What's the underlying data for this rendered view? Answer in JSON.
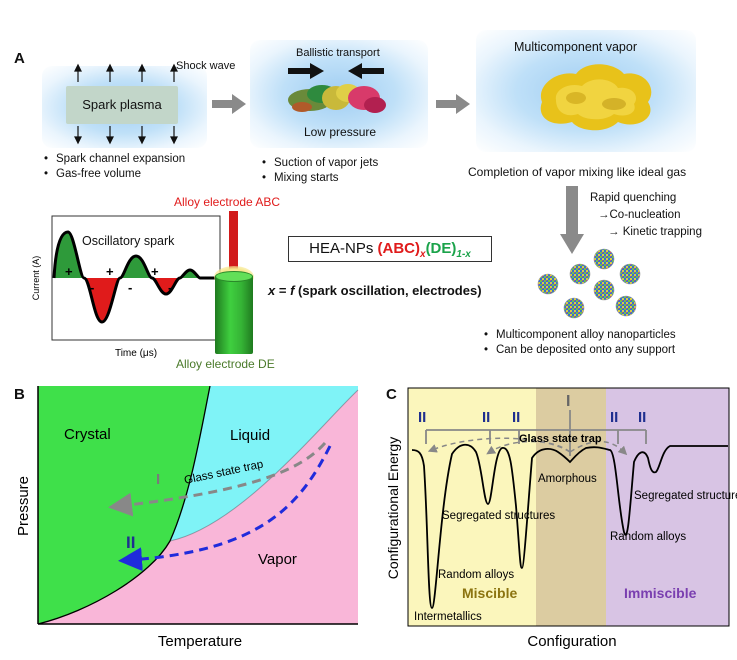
{
  "panelA": {
    "letter": "A",
    "spark_plasma": "Spark plasma",
    "shock_wave": "Shock wave",
    "stage1_bullets": [
      "Spark channel expansion",
      "Gas-free volume"
    ],
    "ballistic_transport": "Ballistic transport",
    "low_pressure": "Low pressure",
    "stage2_bullets": [
      "Suction of vapor jets",
      "Mixing starts"
    ],
    "multicomponent_vapor": "Multicomponent vapor",
    "completion_text": "Completion of vapor mixing like ideal gas",
    "quench_lines": [
      "Rapid quenching",
      "→Co-nucleation",
      "→ Kinetic trapping"
    ],
    "nanoparticle_bullets": [
      "Multicomponent alloy nanoparticles",
      "Can be deposited onto any support"
    ],
    "alloy_abc": "Alloy electrode ABC",
    "alloy_de": "Alloy electrode DE",
    "oscillatory_spark": "Oscillatory spark",
    "current_axis": "Current (A)",
    "time_axis": "Time (μs)",
    "hea_prefix": "HEA-NPs ",
    "hea_abc": "(ABC)",
    "hea_x": "x",
    "hea_de": "(DE)",
    "hea_1x": "1-x",
    "formula_x": "x",
    "formula_eq": " = ",
    "formula_f": "f",
    "formula_rest": " (spark oscillation, electrodes)",
    "plus_sign": "+",
    "minus_sign": "-"
  },
  "panelB": {
    "letter": "B",
    "crystal": "Crystal",
    "liquid": "Liquid",
    "vapor": "Vapor",
    "glass_trap": "Glass state trap",
    "path_I": "I",
    "path_II": "II",
    "ylabel": "Pressure",
    "xlabel": "Temperature",
    "colors": {
      "crystal": "#3fe04a",
      "liquid": "#7ff3f7",
      "vapor": "#f9b6d8"
    }
  },
  "panelC": {
    "letter": "C",
    "ylabel": "Configurational Energy",
    "xlabel": "Configuration",
    "glass_trap": "Glass state trap",
    "amorphous": "Amorphous",
    "segregated": "Segregated structures",
    "random_alloys": "Random alloys",
    "intermetallics": "Intermetallics",
    "miscible": "Miscible",
    "immiscible": "Immiscible",
    "path_I": "I",
    "path_II": "II",
    "colors": {
      "miscible": "#fbf6bc",
      "amorphous": "#dccca1",
      "immiscible": "#d8c4e4"
    }
  }
}
